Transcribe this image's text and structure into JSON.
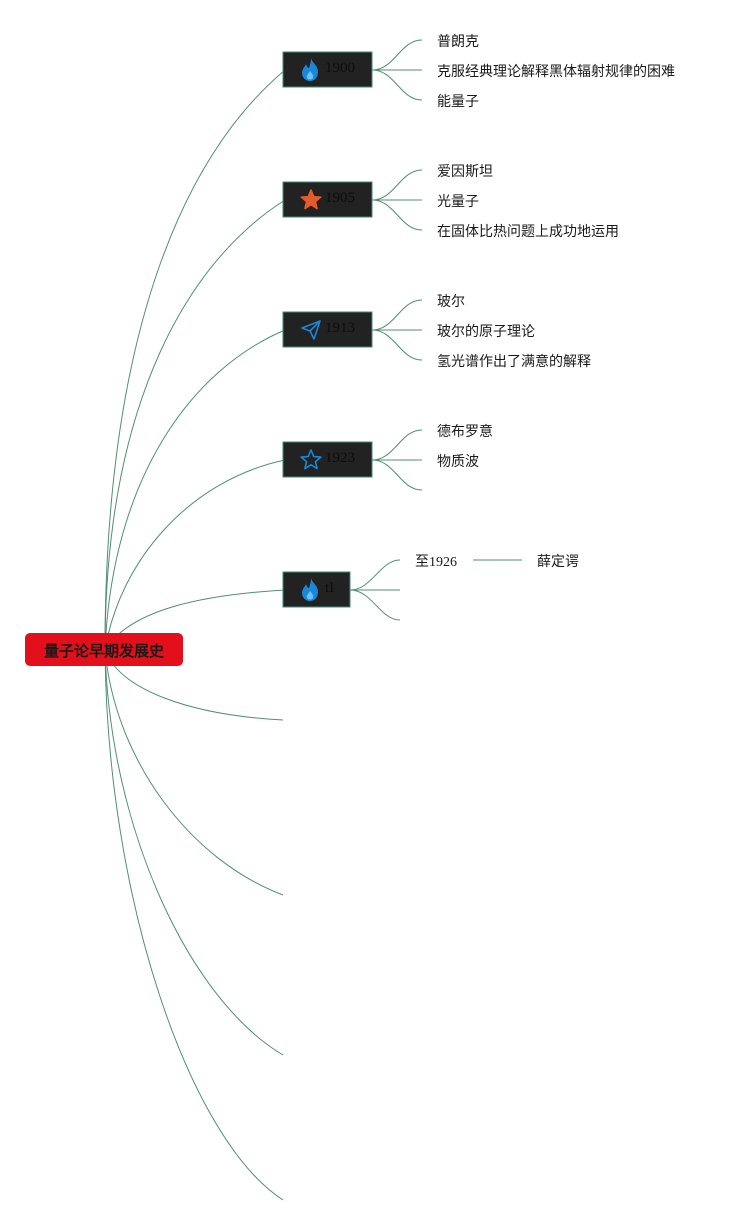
{
  "root": {
    "label": "量子论早期发展史"
  },
  "branches": [
    {
      "label": "1900",
      "icon": "fire-icon",
      "icon_color": "#1a87d9",
      "children": [
        "普朗克",
        "克服经典理论解释黑体辐射规律的困难",
        "能量子"
      ]
    },
    {
      "label": "1905",
      "icon": "star-filled-icon",
      "icon_color": "#e35b2a",
      "children": [
        "爱因斯坦",
        "光量子",
        "在固体比热问题上成功地运用"
      ]
    },
    {
      "label": "1913",
      "icon": "paper-plane-icon",
      "icon_color": "#1a87d9",
      "children": [
        "玻尔",
        "玻尔的原子理论",
        "氢光谱作出了满意的解释"
      ]
    },
    {
      "label": "1923",
      "icon": "star-outline-icon",
      "icon_color": "#1a87d9",
      "children": [
        "德布罗意",
        "物质波",
        ""
      ]
    },
    {
      "label": "tI",
      "icon": "fire-icon",
      "icon_color": "#1a87d9",
      "children": [
        "至1926",
        "",
        ""
      ],
      "sub": {
        "label": "薛定谔"
      }
    }
  ],
  "colors": {
    "line": "#4f8f74",
    "root_fill": "#e3101c",
    "node_fill": "#222222",
    "node_border": "#3f8a78"
  }
}
